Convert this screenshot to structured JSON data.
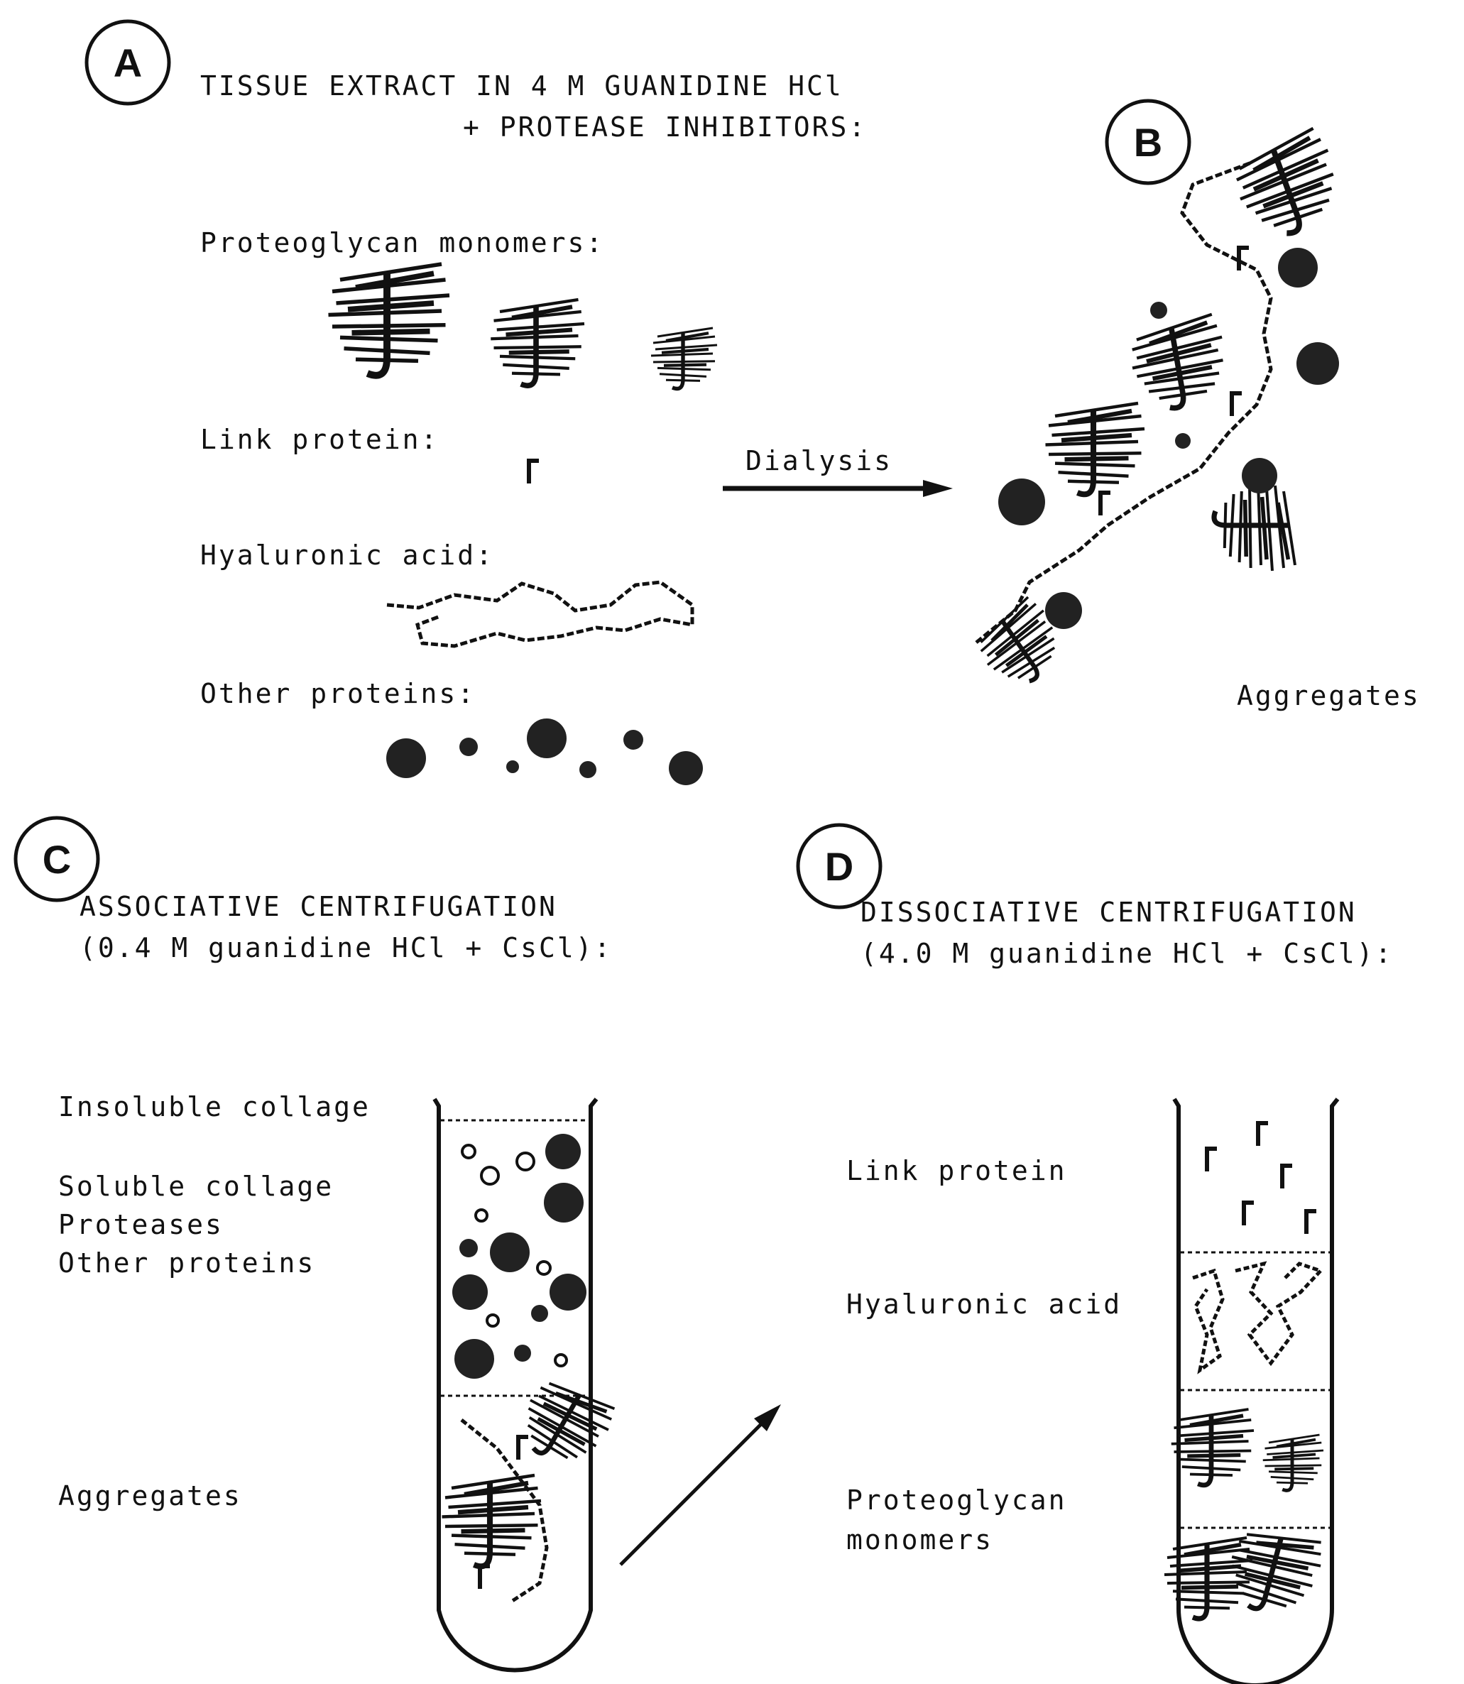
{
  "panels": {
    "a": {
      "letter": "A",
      "title_line1": "TISSUE EXTRACT IN 4 M GUANIDINE HCl",
      "title_line2": "+ PROTEASE INHIBITORS:"
    },
    "b": {
      "letter": "B",
      "aggregates_label": "Aggregates"
    },
    "c": {
      "letter": "C",
      "title_line1": "ASSOCIATIVE CENTRIFUGATION",
      "title_line2": "(0.4 M guanidine HCl + CsCl):"
    },
    "d": {
      "letter": "D",
      "title_line1": "DISSOCIATIVE CENTRIFUGATION",
      "title_line2": "(4.0 M guanidine HCl + CsCl):"
    }
  },
  "components": {
    "proteoglycan": "Proteoglycan monomers:",
    "link_protein": "Link protein:",
    "hyaluronic_acid": "Hyaluronic acid:",
    "other_proteins": "Other proteins:"
  },
  "arrow_label": "Dialysis",
  "tube_c_labels": {
    "insoluble": "Insoluble collage",
    "soluble": "Soluble collage",
    "proteases": "Proteases",
    "other": "Other proteins",
    "aggregates": "Aggregates"
  },
  "tube_d_labels": {
    "link": "Link protein",
    "hyaluronic": "Hyaluronic acid",
    "monomers_line1": "Proteoglycan",
    "monomers_line2": "monomers"
  }
}
